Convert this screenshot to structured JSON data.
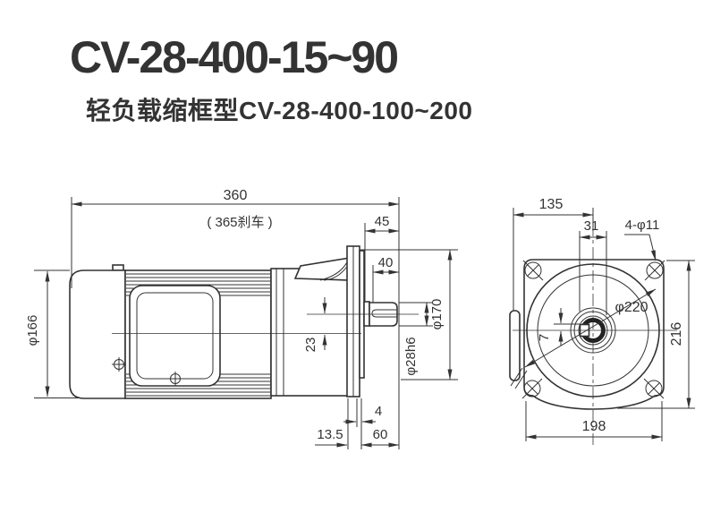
{
  "colors": {
    "accent": "#2d6191",
    "line": "#333333"
  },
  "header": {
    "title": "CV-28-400-15~90",
    "subtitle": "轻负载缩框型CV-28-400-100~200"
  },
  "side_view": {
    "overall_length": "360",
    "brake_length_note": "( 365刹车 )",
    "flange_to_shaft_end": "45",
    "shaft_length": "40",
    "motor_diameter": "φ166",
    "flange_pilot_diameter": "φ170",
    "shaft_diameter": "φ28h6",
    "shaft_offset": "23",
    "boss_thickness": "4",
    "flange_thickness": "13.5",
    "face_to_shaft_end": "60"
  },
  "front_view": {
    "center_to_left_edge": "135",
    "shaft_key_span": "31",
    "mounting_holes": "4-φ11",
    "pilot_circle_diameter": "φ220",
    "flange_height": "216",
    "key_height": "7",
    "flange_width": "198"
  }
}
